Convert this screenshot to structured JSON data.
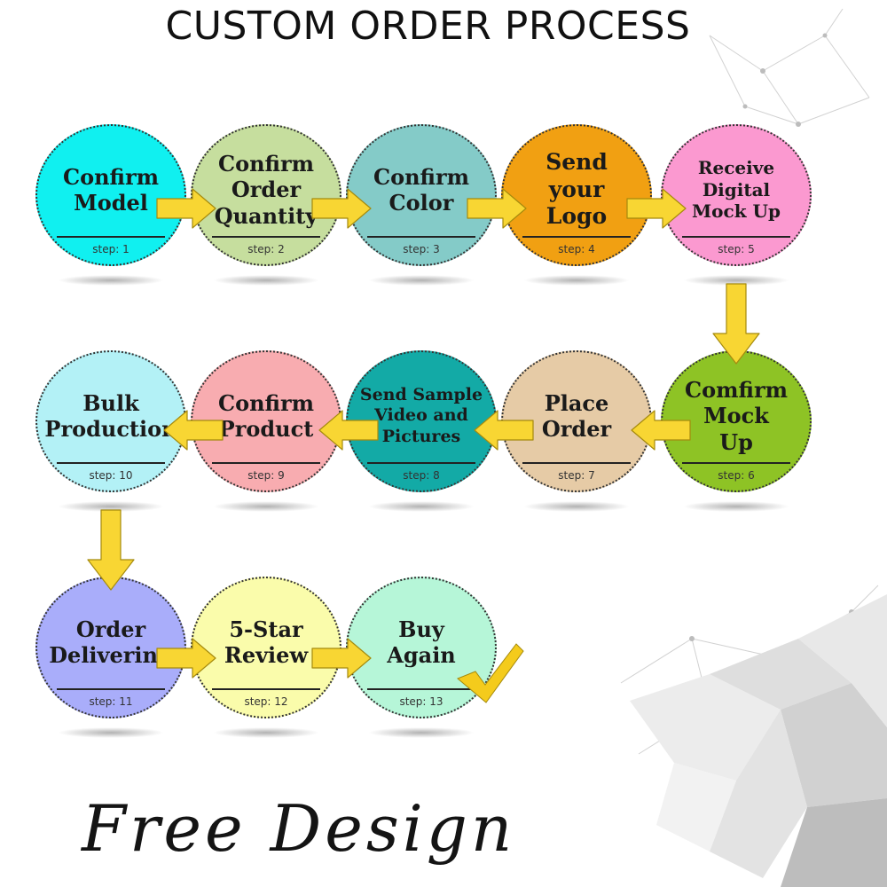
{
  "title": "CUSTOM ORDER PROCESS",
  "footer": "Free Design",
  "colors": {
    "arrow_fill": "#f8d633",
    "arrow_stroke": "#a58a0d",
    "checkmark": "#f4cb1c"
  },
  "steps": [
    {
      "number": "step: 1",
      "lines": [
        "Confirm",
        "Model"
      ],
      "color": "#10f0f0"
    },
    {
      "number": "step: 2",
      "lines": [
        "Confirm",
        "Order",
        "Quantity"
      ],
      "color": "#c6de9e"
    },
    {
      "number": "step: 3",
      "lines": [
        "Confirm",
        "Color"
      ],
      "color": "#84cbc8"
    },
    {
      "number": "step: 4",
      "lines": [
        "Send",
        "your",
        "Logo"
      ],
      "color": "#f1a012"
    },
    {
      "number": "step: 5",
      "lines": [
        "Receive",
        "Digital",
        "Mock Up"
      ],
      "color": "#fb99d0"
    },
    {
      "number": "step: 6",
      "lines": [
        "Comfirm",
        "Mock",
        "Up"
      ],
      "color": "#8ec325"
    },
    {
      "number": "step: 7",
      "lines": [
        "Place",
        "Order"
      ],
      "color": "#e6cba6"
    },
    {
      "number": "step: 8",
      "lines": [
        "Send Sample",
        "Video and",
        "Pictures"
      ],
      "color": "#13aaa6"
    },
    {
      "number": "step: 9",
      "lines": [
        "Confirm",
        "Product"
      ],
      "color": "#f8acb0"
    },
    {
      "number": "step: 10",
      "lines": [
        "Bulk",
        "Production"
      ],
      "color": "#b3f1f6"
    },
    {
      "number": "step: 11",
      "lines": [
        "Order",
        "Delivering"
      ],
      "color": "#a9adfa"
    },
    {
      "number": "step: 12",
      "lines": [
        "5-Star",
        "Review"
      ],
      "color": "#fafcab"
    },
    {
      "number": "step: 13",
      "lines": [
        "Buy",
        "Again"
      ],
      "color": "#b6f6d8"
    }
  ]
}
